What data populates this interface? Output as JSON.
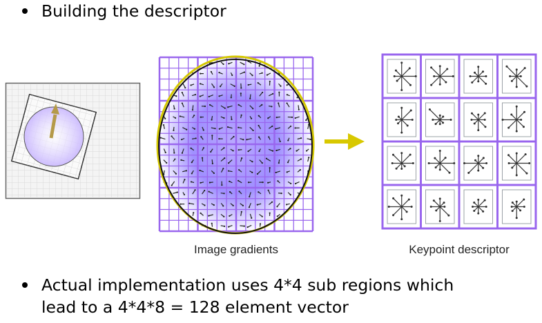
{
  "bullets": {
    "top": "Building the descriptor",
    "bottom_line1": "Actual implementation uses 4*4 sub regions which",
    "bottom_line2": "lead to a 4*4*8 = 128 element vector"
  },
  "figures": {
    "gradients_caption": "Image gradients",
    "descriptor_caption": "Keypoint descriptor"
  },
  "colors": {
    "grid": "#9966ee",
    "ellipse": "#d4c800",
    "arrow": "#d8c800",
    "orientation_arrow": "#b59a4a",
    "circle_fill": "#c9b7ff"
  },
  "icons": {
    "flow_arrow": "right-arrow-icon"
  }
}
